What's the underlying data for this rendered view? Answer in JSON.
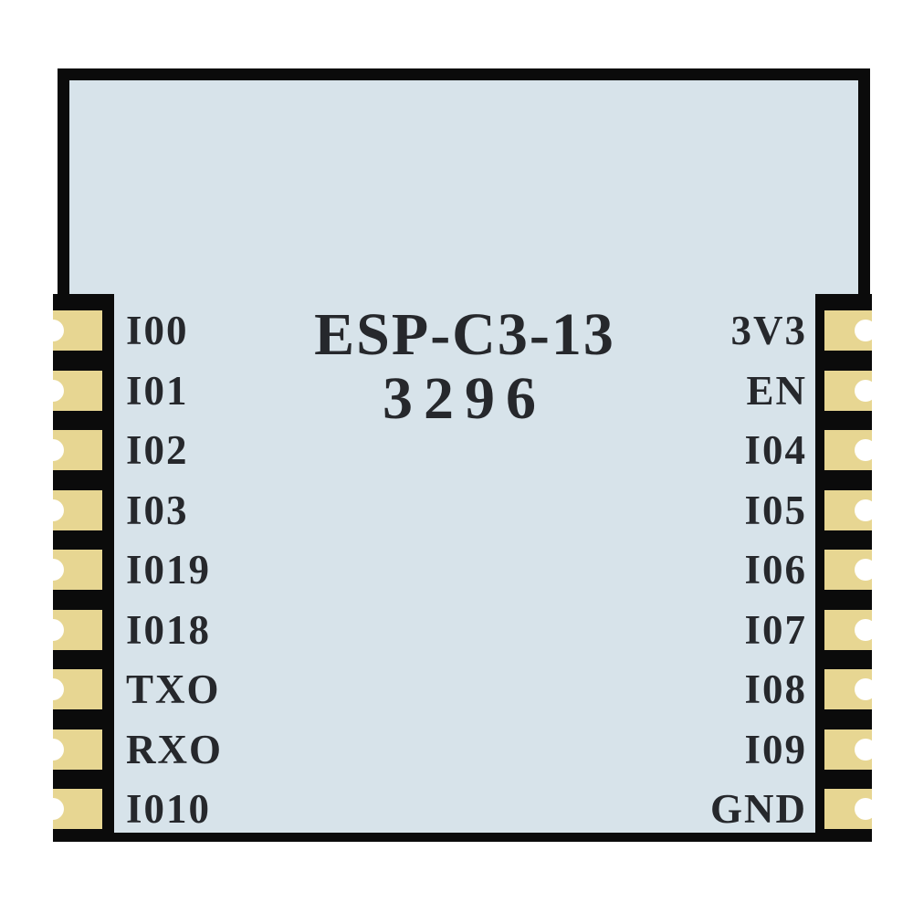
{
  "diagram": {
    "module_name_line1": "ESP-C3-13",
    "module_name_line2": "3296",
    "left_pins": [
      "I00",
      "I01",
      "I02",
      "I03",
      "I019",
      "I018",
      "TXO",
      "RXO",
      "I010"
    ],
    "right_pins": [
      "3V3",
      "EN",
      "I04",
      "I05",
      "I06",
      "I07",
      "I08",
      "I09",
      "GND"
    ],
    "colors": {
      "module_fill": "#d7e3ea",
      "pad_fill": "#e7d692",
      "outline": "#0b0b0b",
      "label_text": "#26282c",
      "background": "#ffffff",
      "castellation_hole": "#ffffff"
    }
  }
}
